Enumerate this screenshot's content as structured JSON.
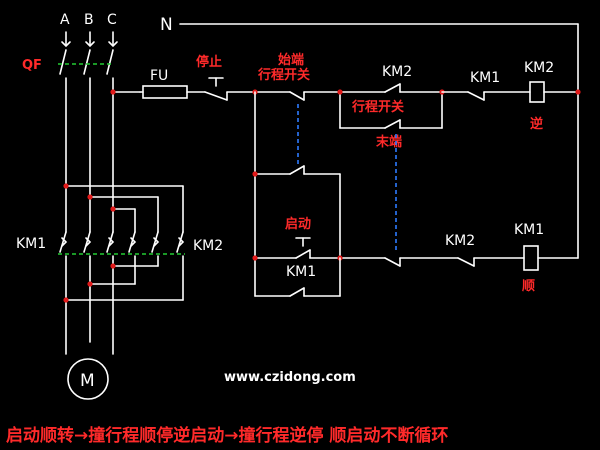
{
  "colors": {
    "background": "#000000",
    "wire": "#ffffff",
    "label": "#ff2a2a",
    "junction": "#e01818",
    "linkage_green": "#22cc33",
    "linkage_blue": "#2e7bff"
  },
  "labels": {
    "phase_a": "A",
    "phase_b": "B",
    "phase_c": "C",
    "neutral": "N",
    "breaker": "QF",
    "fuse": "FU",
    "stop": "停止",
    "start_end_1": "始端",
    "start_end_2": "行程开关",
    "km2_top": "KM2",
    "km1_top": "KM1",
    "km2_coil": "KM2",
    "reverse": "逆",
    "limit_switch": "行程开关",
    "final_end": "末端",
    "km1_main": "KM1",
    "km2_main": "KM2",
    "start_btn": "启动",
    "km1_hold": "KM1",
    "km2_lower": "KM2",
    "km1_coil": "KM1",
    "forward": "顺",
    "motor": "M",
    "website": "www.czidong.com",
    "caption": "启动顺转→撞行程顺停逆启动→撞行程逆停 顺启动不断循环"
  }
}
